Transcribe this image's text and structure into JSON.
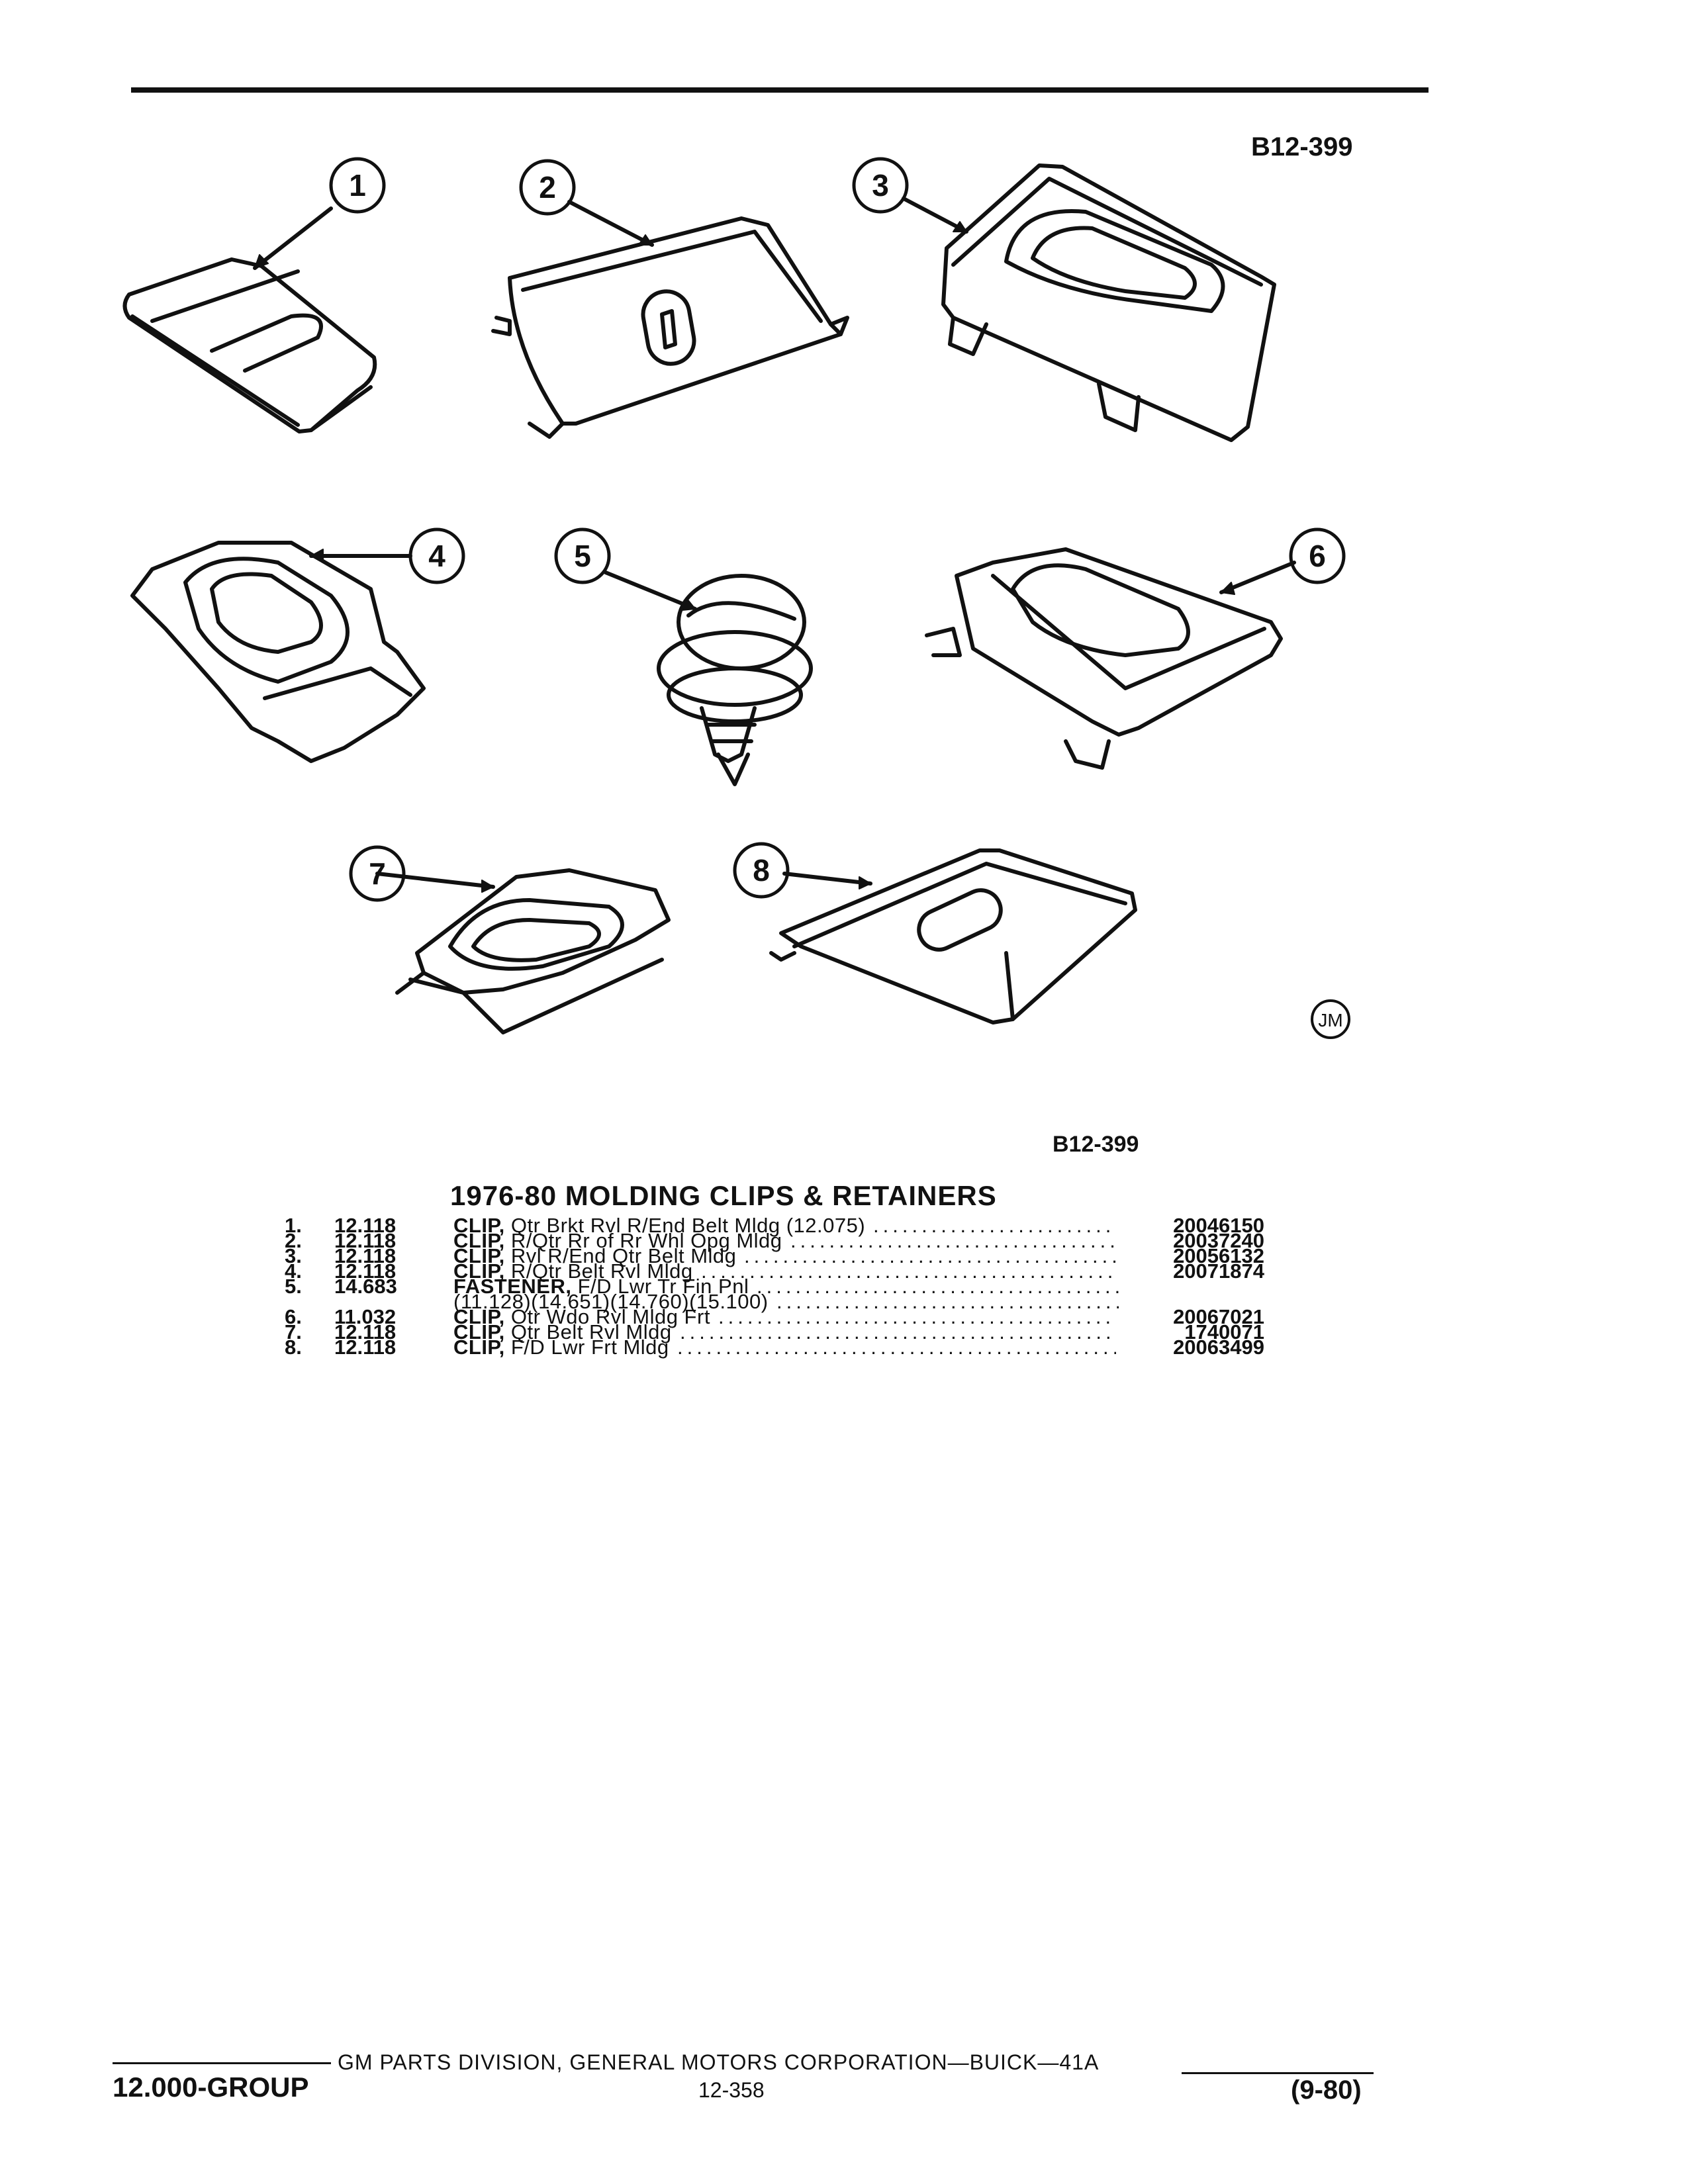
{
  "figure": {
    "code": "B12-399",
    "callouts": [
      "1",
      "2",
      "3",
      "4",
      "5",
      "6",
      "7",
      "8"
    ],
    "artist_mark": "JM"
  },
  "section": {
    "title": "1976-80 MOLDING CLIPS & RETAINERS"
  },
  "parts": [
    {
      "num": "1.",
      "group": "12.118",
      "keyword": "CLIP,",
      "description": " Qtr Brkt Rvl R/End Belt Mldg (12.075)",
      "part_number": "20046150"
    },
    {
      "num": "2.",
      "group": "12.118",
      "keyword": "CLIP,",
      "description": " R/Qtr Rr of Rr Whl Opg Mldg",
      "part_number": "20037240"
    },
    {
      "num": "3.",
      "group": "12.118",
      "keyword": "CLIP,",
      "description": " Rvl R/End Qtr Belt Mldg",
      "part_number": "20056132"
    },
    {
      "num": "4.",
      "group": "12.118",
      "keyword": "CLIP,",
      "description": " R/Qtr Belt Rvl Mldg",
      "part_number": "20071874"
    },
    {
      "num": "5.",
      "group": "14.683",
      "keyword": "FASTENER,",
      "description": " F/D Lwr Tr Fin Pnl",
      "part_number": ""
    },
    {
      "num": "",
      "group": "",
      "keyword": "",
      "description": "(11.128)(14.651)(14.760)(15.100)",
      "part_number": ""
    },
    {
      "num": "6.",
      "group": "11.032",
      "keyword": "CLIP,",
      "description": " Otr Wdo Rvl Mldg Frt",
      "part_number": "20067021"
    },
    {
      "num": "7.",
      "group": "12.118",
      "keyword": "CLIP,",
      "description": " Qtr Belt Rvl Mldg",
      "part_number": "1740071"
    },
    {
      "num": "8.",
      "group": "12.118",
      "keyword": "CLIP,",
      "description": " F/D Lwr Frt Mldg",
      "part_number": "20063499"
    }
  ],
  "footer": {
    "corporation": "GM PARTS DIVISION, GENERAL MOTORS CORPORATION—BUICK—41A",
    "group": "12.000-GROUP",
    "page": "12-358",
    "date": "(9-80)"
  }
}
